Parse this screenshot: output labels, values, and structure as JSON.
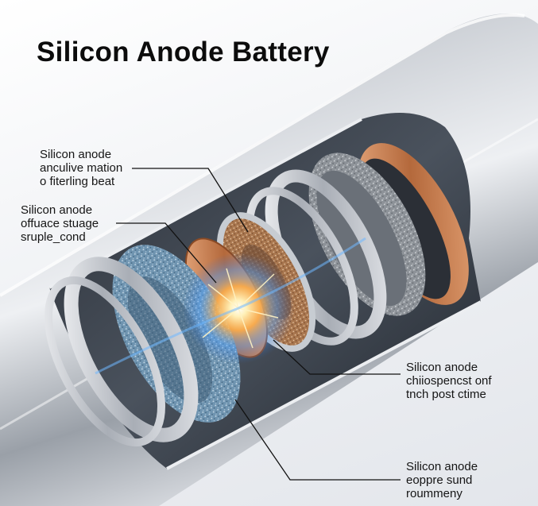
{
  "title": "Silicon Anode Battery",
  "callouts": [
    {
      "heading": "Silicon anode",
      "line1": "anculive mation",
      "line2": "o fiterling beat"
    },
    {
      "heading": "Silicon anode",
      "line1": "offuace stuage",
      "line2": "sruple_cond"
    },
    {
      "heading": "Silicon anode",
      "line1": "chiiospencst onf",
      "line2": "tnch post ctime"
    },
    {
      "heading": "Silicon anode",
      "line1": "eoppre sund",
      "line2": "roummeny"
    }
  ],
  "colors": {
    "steel": "#b7bcc3",
    "copper": "#c27a4c",
    "silicon_coating": "#6f94b0",
    "graphite_coating": "#9a9fa5",
    "energy_glow": "#ffcf6b"
  }
}
